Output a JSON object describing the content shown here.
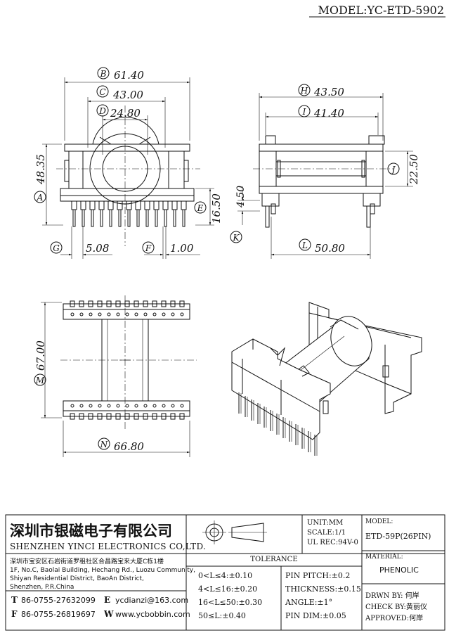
{
  "header": {
    "model_title": "MODEL:YC-ETD-5902"
  },
  "dimensions": {
    "B": {
      "letter": "B",
      "value": "61.40"
    },
    "C": {
      "letter": "C",
      "value": "43.00"
    },
    "D": {
      "letter": "D",
      "value": "24.80"
    },
    "A": {
      "letter": "A",
      "value": "48.35"
    },
    "E": {
      "letter": "E",
      "value": "16.50"
    },
    "G": {
      "letter": "G",
      "value": "5.08"
    },
    "F": {
      "letter": "F",
      "value": "1.00"
    },
    "H": {
      "letter": "H",
      "value": "43.50"
    },
    "I": {
      "letter": "I",
      "value": "41.40"
    },
    "J": {
      "letter": "J",
      "value": "22.50"
    },
    "K": {
      "letter": "K",
      "value": "4.50"
    },
    "L": {
      "letter": "L",
      "value": "50.80"
    },
    "M": {
      "letter": "M",
      "value": "67.00"
    },
    "N": {
      "letter": "N",
      "value": "66.80"
    }
  },
  "title_block": {
    "company_cn": "深圳市银磁电子有限公司",
    "company_en": "SHENZHEN YINCI ELECTRONICS CO,LTD.",
    "address_cn": "深圳市宝安区石岩街道罗租社区合昌路宝来大厦C栋1楼",
    "address_en_1": "1F, No.C, Baolai Building, Hechang Rd., Luozu Community,",
    "address_en_2": "Shiyan Residential District, BaoAn District,",
    "address_en_3": "Shenzhen, P.R.China",
    "tel_label": "T",
    "tel": "86-0755-27632099",
    "fax_label": "F",
    "fax": "86-0755-26819697",
    "email_label": "E",
    "email": "ycdianzi@163.com",
    "web_label": "W",
    "web": "www.ycbobbin.com",
    "unit": "UNIT:MM",
    "scale": "SCALE:1/1",
    "ul_rec": "UL REC:94V-0",
    "model_label": "MODEL:",
    "model_value": "ETD-59P(26PIN)",
    "material_label": "MATERIAL:",
    "material_value": "PHENOLIC",
    "tolerance_title": "TOLERANCE",
    "tol_1": "0<L≤4:±0.10",
    "tol_2": "4<L≤16:±0.20",
    "tol_3": "16<L≤50:±0.30",
    "tol_4": "50≤L:±0.40",
    "tol_5": "PIN PITCH:±0.2",
    "tol_6": "THICKNESS:±0.15",
    "tol_7": "ANGLE:±1°",
    "tol_8": "PIN DIM:±0.05",
    "drawn_by": "DRWN BY: 何岸",
    "check_by": "CHECK BY:黄丽仪",
    "approved": "APPROVED:何岸"
  }
}
